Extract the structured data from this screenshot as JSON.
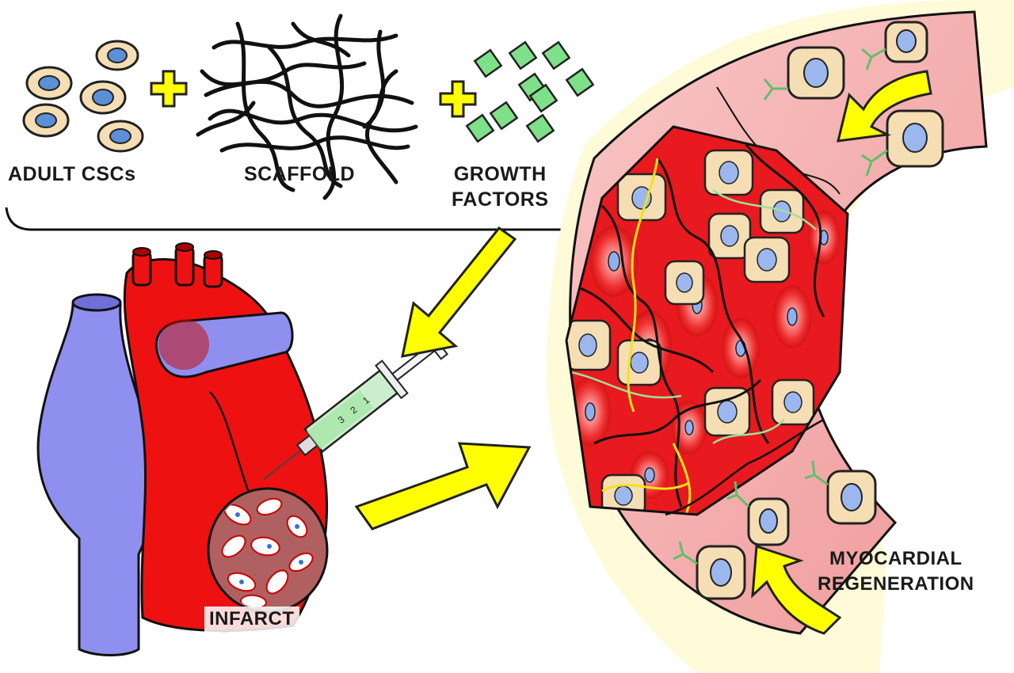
{
  "labels": {
    "adult_cscs": "ADULT CSCs",
    "scaffold": "SCAFFOLD",
    "growth_factors_line1": "GROWTH",
    "growth_factors_line2": "FACTORS",
    "infarct": "INFARCT",
    "myocardial_line1": "MYOCARDIAL",
    "myocardial_line2": "REGENERATION",
    "syringe_marks": [
      "1",
      "2",
      "3"
    ]
  },
  "colors": {
    "cell_body": "#f5deb3",
    "cell_nucleus": "#5b8fd6",
    "plus_sign": "#ffff00",
    "growth_factor": "#7fe08a",
    "arrow": "#ffff00",
    "heart": "#ee1111",
    "vessel": "#8f8ff0",
    "tissue_pink": "#f6b7b7",
    "tissue_red": "#e8191f"
  }
}
